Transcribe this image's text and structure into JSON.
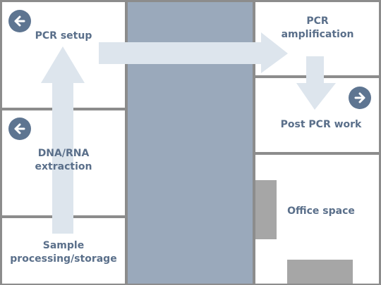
{
  "rooms": {
    "pcr_setup": "PCR setup",
    "extraction": "DNA/RNA\nextraction",
    "sample": "Sample\nprocessing/storage",
    "amplification": "PCR\namplification",
    "post_pcr": "Post PCR work",
    "office": "Office space"
  },
  "icons": {
    "entry_1": "arrow-left-icon",
    "entry_2": "arrow-left-icon",
    "exit": "arrow-right-icon"
  },
  "colors": {
    "label": "#5a6f8a",
    "corridor": "#9aa9bb",
    "flow_arrow": "#dde5ed",
    "icon": "#5e7591",
    "wall": "#8c8c8c",
    "furniture": "#a6a6a6"
  }
}
